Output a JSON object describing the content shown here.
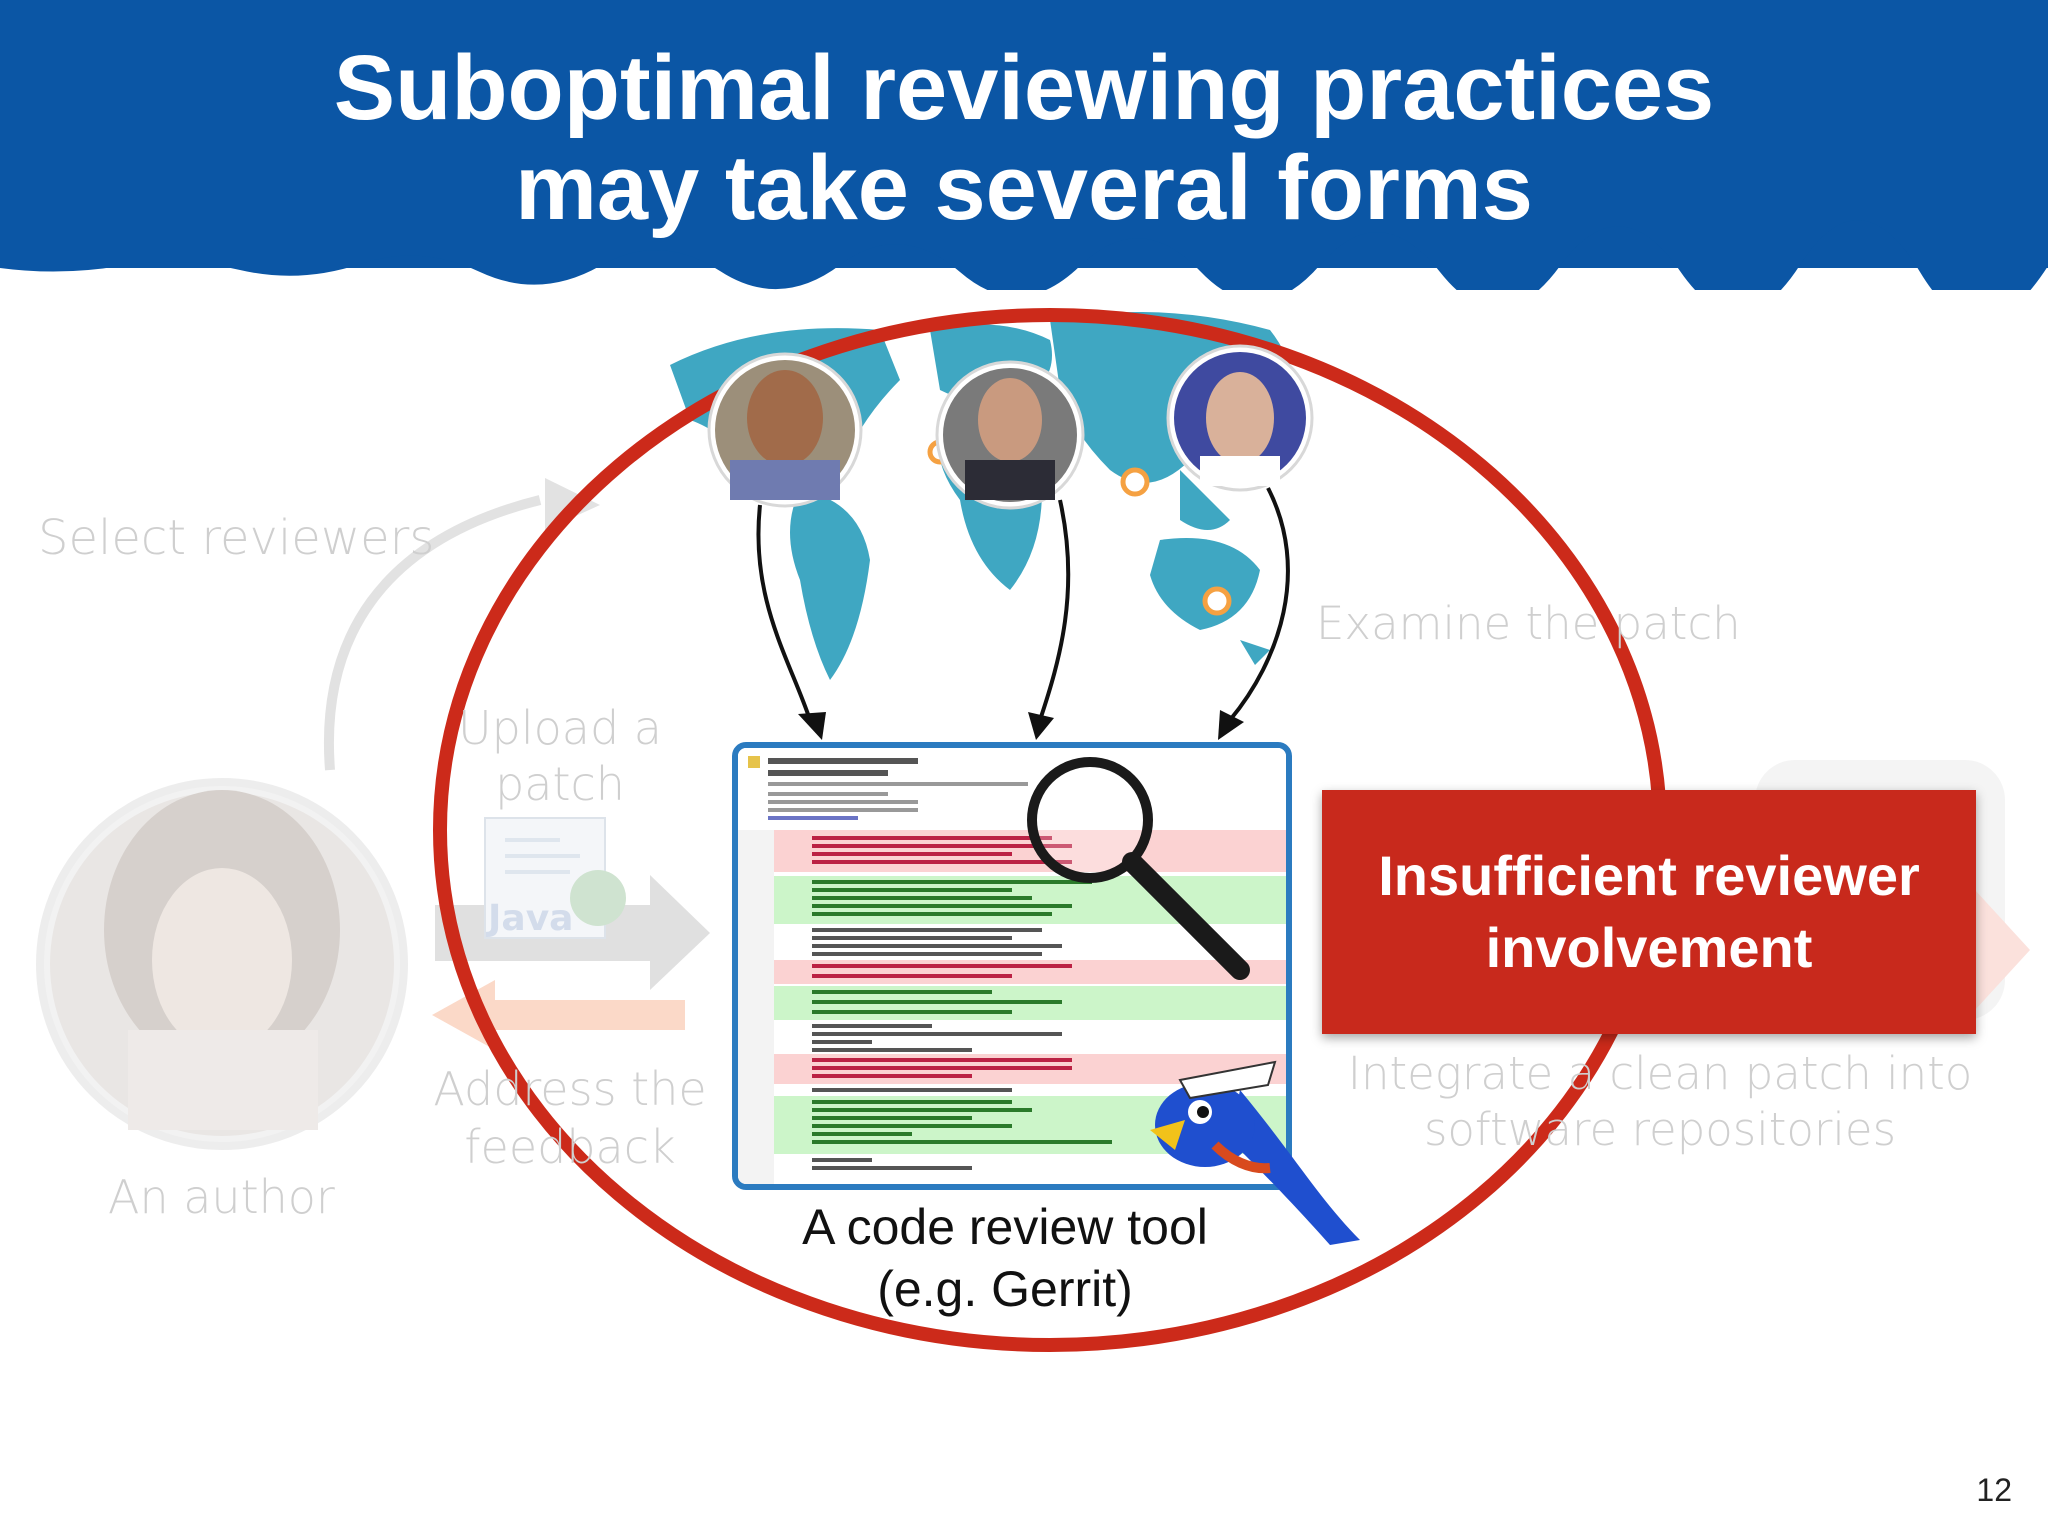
{
  "slide": {
    "title_line1": "Suboptimal reviewing practices",
    "title_line2": "may take several forms",
    "page_number": "12"
  },
  "labels": {
    "select_reviewers": "Select reviewers",
    "upload_line1": "Upload a",
    "upload_line2": "patch",
    "address_line1": "Address the",
    "address_line2": "feedback",
    "author": "An author",
    "examine": "Examine the patch",
    "integrate_line1": "Integrate a clean patch into",
    "integrate_line2": "software repositories",
    "tool_line1": "A code review tool",
    "tool_line2": "(e.g. Gerrit)",
    "java_badge": "Java"
  },
  "callout": {
    "line1": "Insufficient reviewer",
    "line2": "involvement"
  },
  "colors": {
    "header": "#0b56a5",
    "callout": "#c8291c",
    "ellipse": "#cc2a1a",
    "map": "#3fa7c2",
    "card_border": "#2b7bc0",
    "ghost_text": "#cfcfcf"
  },
  "icons": [
    "world-map-icon",
    "magnifier-icon",
    "gerrit-bird-icon",
    "java-file-icon",
    "author-avatar",
    "reviewer-avatar"
  ]
}
